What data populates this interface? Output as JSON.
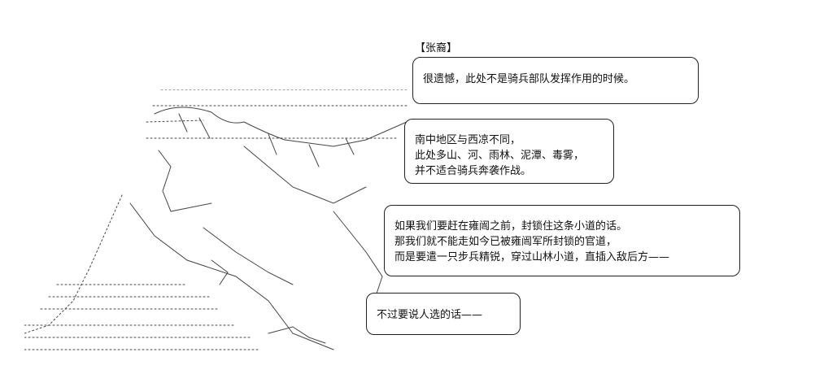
{
  "speaker": "【张裔】",
  "bubbles": [
    {
      "lines": [
        "很遗憾，此处不是骑兵部队发挥作用的时候。"
      ]
    },
    {
      "lines": [
        "南中地区与西凉不同，",
        "此处多山、河、雨林、泥潭、毒雾，",
        "并不适合骑兵奔袭作战。"
      ]
    },
    {
      "lines": [
        "如果我们要赶在雍闿之前，封锁住这条小道的话。",
        "那我们就不能走如今已被雍闿军所封锁的官道，",
        "而是要遣一只步兵精锐，穿过山林小道，直插入敌后方——"
      ]
    },
    {
      "lines": [
        "不过要说人选的话——"
      ]
    }
  ]
}
